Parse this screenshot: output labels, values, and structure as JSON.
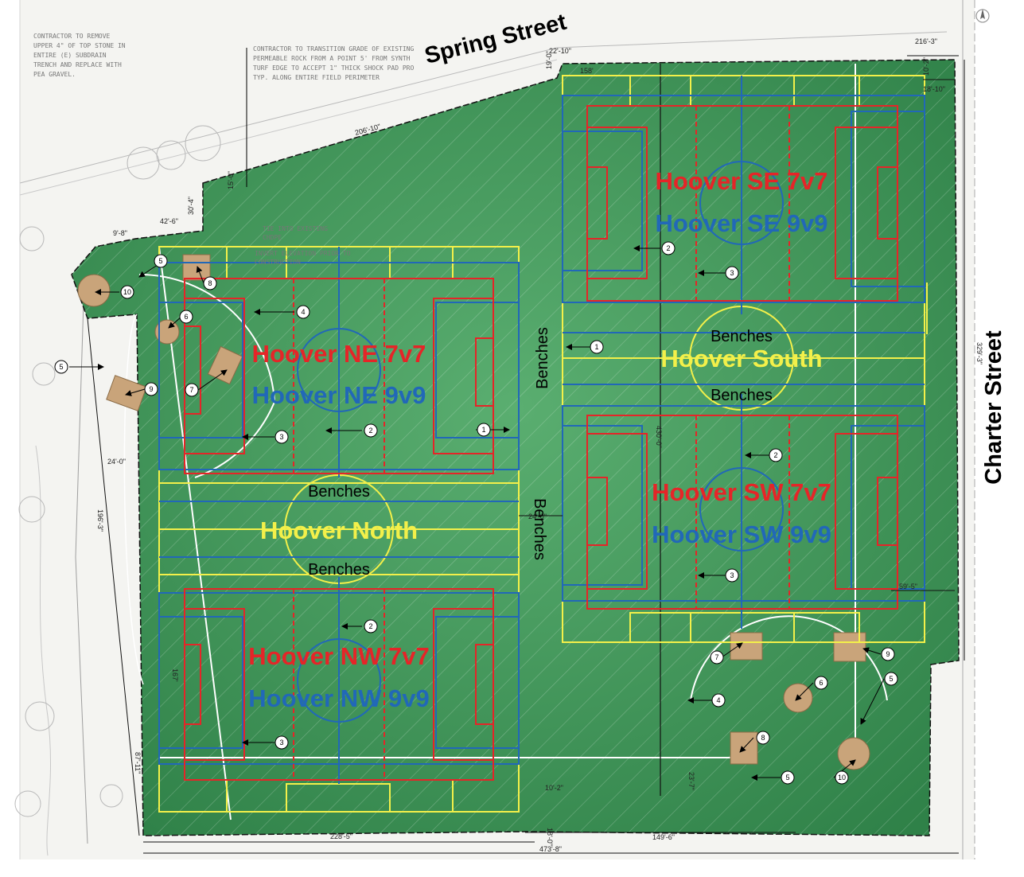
{
  "streets": {
    "spring": "Spring Street",
    "charter": "Charter Street"
  },
  "fields": {
    "ne_7v7": "Hoover NE 7v7",
    "ne_9v9": "Hoover NE 9v9",
    "nw_7v7": "Hoover NW 7v7",
    "nw_9v9": "Hoover NW 9v9",
    "se_7v7": "Hoover SE 7v7",
    "se_9v9": "Hoover SE 9v9",
    "sw_7v7": "Hoover SW 7v7",
    "sw_9v9": "Hoover SW 9v9",
    "north": "Hoover North",
    "south": "Hoover South"
  },
  "benches": "Benches",
  "notes": {
    "remove_stone": [
      "CONTRACTOR TO REMOVE",
      "UPPER 4\" OF TOP STONE IN",
      "ENTIRE (E) SUBDRAIN",
      "TRENCH AND REPLACE WITH",
      "PEA GRAVEL."
    ],
    "transition": [
      "CONTRACTOR TO TRANSITION GRADE OF EXISTING",
      "PERMEABLE ROCK FROM A POINT 5' FROM SYNTH",
      "TURF EDGE TO ACCEPT 1\" THICK SHOCK PAD PRO",
      "TYP. ALONG ENTIRE FIELD PERIMETER"
    ],
    "tie_in": [
      "TIE INTO EXISTING",
      "CHDPE",
      "INVERT ELEVATION PRIOR TO",
      "CONSTRUCTION"
    ]
  },
  "dimensions": {
    "d216": "216'-3\"",
    "d22": "22'-10\"",
    "d19": "19'-0\"",
    "d158": "158'",
    "d206": "206'-10\"",
    "d10": "10'-2\"",
    "d18": "18'-10\"",
    "d329": "329'-3\"",
    "d15": "15'-0\"",
    "d42": "42'-6\"",
    "d30": "30'-4\"",
    "d24": "24'-0\"",
    "d9": "9'-8\"",
    "d430": "430'-0\"",
    "d240": "24'-0\"",
    "d59": "59'-5\"",
    "d196": "196'-3\"",
    "d167": "167'",
    "d87": "87'-11\"",
    "d228": "228'-5\"",
    "d473": "473'-8\"",
    "d149": "149'-6\"",
    "d102": "10'-2\"",
    "d180": "18'-0\"",
    "d23": "23'-7\""
  },
  "keynotes": {
    "k1": "1",
    "k2": "2",
    "k3": "3",
    "k4": "4",
    "k5": "5",
    "k6": "6",
    "k7": "7",
    "k8": "8",
    "k9": "9",
    "k10": "10"
  },
  "colors": {
    "turf": "#3f9a57",
    "red_lines": "#e52528",
    "blue_lines": "#2168b8",
    "yellow_lines": "#f3f04a",
    "white_lines": "#ffffff",
    "dirt": "#c9a47a"
  },
  "icons": [
    "north-arrow-icon"
  ]
}
